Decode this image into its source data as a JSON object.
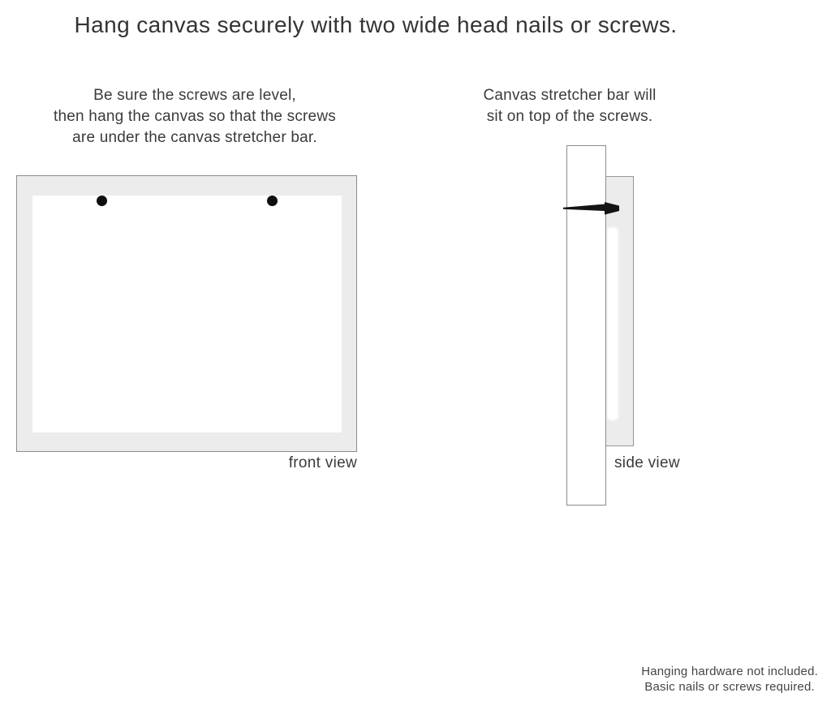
{
  "title": "Hang canvas securely with two wide head nails or screws.",
  "instructions": {
    "left": {
      "lines": [
        "Be sure the screws are level,",
        "then hang the canvas so that the screws",
        "are under the canvas stretcher bar."
      ]
    },
    "right": {
      "lines": [
        "Canvas stretcher bar will",
        "sit on top of the screws."
      ]
    }
  },
  "diagrams": {
    "front": {
      "label": "front view",
      "screw_count": 2
    },
    "side": {
      "label": "side view"
    }
  },
  "footer": {
    "lines": [
      "Hanging hardware not included.",
      "Basic nails or screws required."
    ]
  },
  "colors": {
    "canvas_gray": "#ececec",
    "border_gray": "#8c8c8c",
    "ink": "#3b3b3b",
    "screw_black": "#0e0e0e"
  }
}
